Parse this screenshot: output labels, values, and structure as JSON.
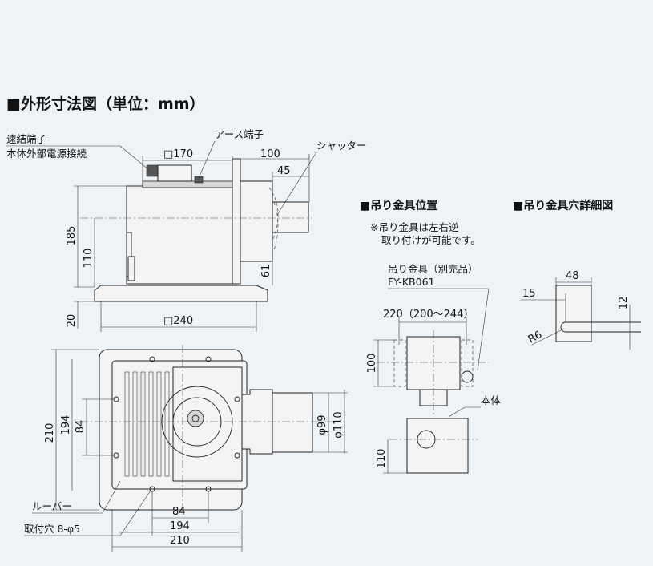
{
  "titles": {
    "main": "■外形寸法図（単位：mm）",
    "hanger_position": "■吊り金具位置",
    "hanger_hole_detail": "■吊り金具穴詳細図"
  },
  "labels": {
    "connection_terminal": "速結端子",
    "power_connection": "本体外部電源接続",
    "earth_terminal": "アース端子",
    "shutter": "シャッター",
    "louver": "ルーバー",
    "mounting_holes": "取付穴 8-φ5",
    "hanger_note_1": "※吊り金具は左右逆",
    "hanger_note_2": "取り付けが可能です。",
    "hanger_part": "吊り金具（別売品）",
    "hanger_model": "FY-KB061",
    "main_body": "本体"
  },
  "dimensions": {
    "side_top_width": "□170",
    "duct_length": "100",
    "duct_offset": "45",
    "height_total": "185",
    "height_duct_center": "110",
    "duct_to_flange": "61",
    "flange_height": "20",
    "flange_width": "□240",
    "plan_height": "210",
    "plan_hole_pitch_v": "194",
    "plan_inner_v": "84",
    "duct_inner_dia": "φ99",
    "duct_outer_dia": "φ110",
    "plan_inner_h": "84",
    "plan_hole_pitch_h": "194",
    "plan_width": "210",
    "hanger_span": "220（200～244）",
    "hanger_height": "100",
    "hanger_bottom": "110",
    "detail_width": "48",
    "detail_offset": "15",
    "detail_slot": "12",
    "detail_radius": "R6"
  }
}
